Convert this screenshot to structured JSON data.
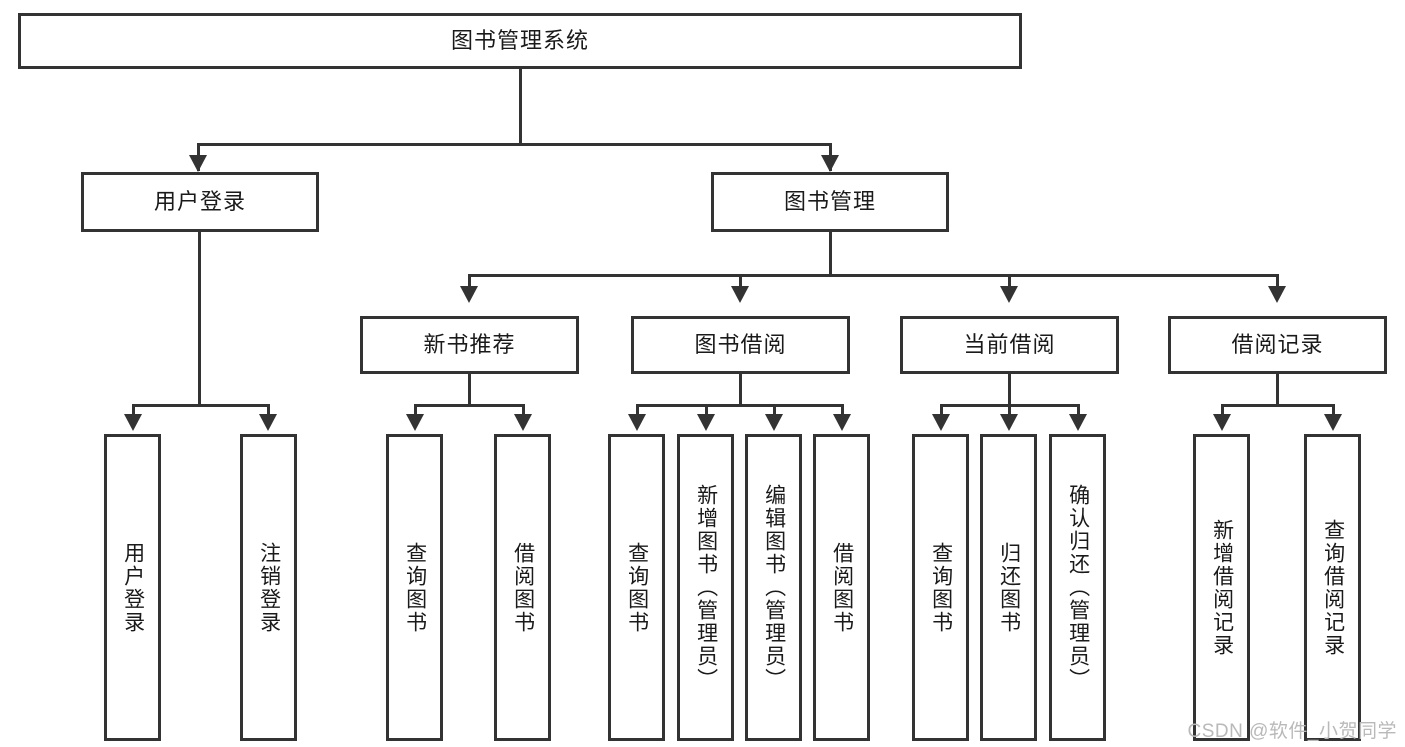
{
  "diagram": {
    "title": "图书管理系统",
    "type": "hierarchy-tree",
    "watermark": "CSDN @软件_小贺同学",
    "colors": {
      "border": "#333333",
      "background": "#ffffff",
      "text": "#1a1a1a",
      "watermark": "#b9b9b9"
    },
    "root": {
      "label": "图书管理系统"
    },
    "level2": [
      {
        "label": "用户登录"
      },
      {
        "label": "图书管理"
      }
    ],
    "level3": [
      {
        "label": "新书推荐"
      },
      {
        "label": "图书借阅"
      },
      {
        "label": "当前借阅"
      },
      {
        "label": "借阅记录"
      }
    ],
    "leaves": {
      "user_login": [
        {
          "label": "用户登录"
        },
        {
          "label": "注销登录"
        }
      ],
      "new_book_recommend": [
        {
          "label": "查询图书"
        },
        {
          "label": "借阅图书"
        }
      ],
      "book_borrow": [
        {
          "label": "查询图书"
        },
        {
          "label": "新增图书（管理员）"
        },
        {
          "label": "编辑图书（管理员）"
        },
        {
          "label": "借阅图书"
        }
      ],
      "current_borrow": [
        {
          "label": "查询图书"
        },
        {
          "label": "归还图书"
        },
        {
          "label": "确认归还（管理员）"
        }
      ],
      "borrow_record": [
        {
          "label": "新增借阅记录"
        },
        {
          "label": "查询借阅记录"
        }
      ]
    }
  }
}
